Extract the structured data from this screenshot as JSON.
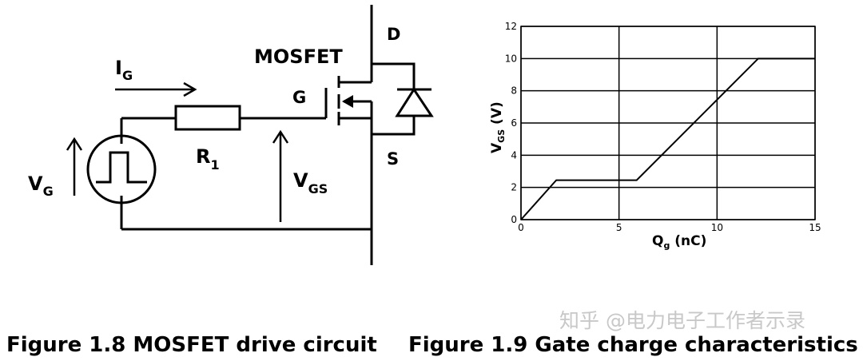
{
  "circuit": {
    "mosfet_label": "MOSFET",
    "drain_label": "D",
    "gate_label": "G",
    "source_label": "S",
    "ig_main": "I",
    "ig_sub": "G",
    "r1_main": "R",
    "r1_sub": "1",
    "vg_main": "V",
    "vg_sub": "G",
    "vgs_main": "V",
    "vgs_sub": "GS"
  },
  "figure1_caption": "Figure 1.8 MOSFET drive circuit",
  "figure2_caption": "Figure 1.9 Gate charge characteristics",
  "watermark": "知乎 @电力电子工作者示录",
  "chart_data": {
    "type": "line",
    "xlabel_main": "Q",
    "xlabel_sub": "g",
    "xlabel_unit": " (nC)",
    "ylabel_main": "V",
    "ylabel_sub": "GS",
    "ylabel_unit": " (V)",
    "xlim": [
      0,
      15
    ],
    "ylim": [
      0,
      12
    ],
    "xticks": [
      0,
      5,
      10,
      15
    ],
    "yticks": [
      0,
      2,
      4,
      6,
      8,
      10,
      12
    ],
    "grid": true,
    "series": [
      {
        "x": [
          0,
          1.8,
          5.9,
          12.1,
          15
        ],
        "y": [
          0,
          2.45,
          2.45,
          10,
          10
        ]
      }
    ],
    "colors": {
      "line": "#000000",
      "grid": "#000000"
    }
  }
}
